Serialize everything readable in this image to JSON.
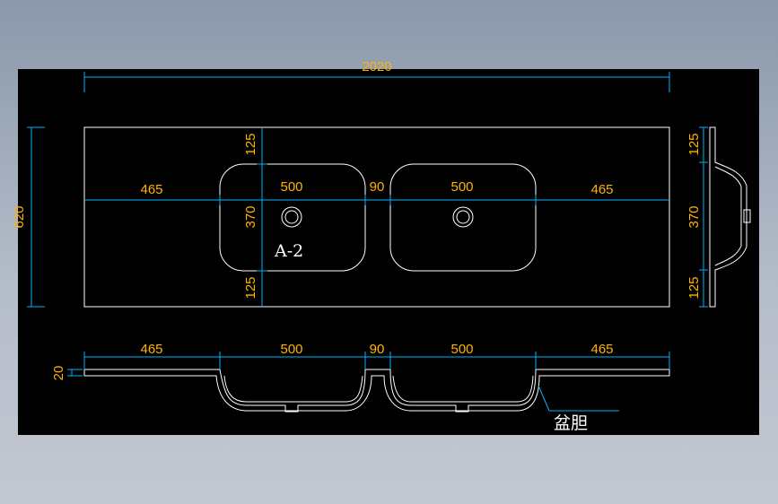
{
  "colors": {
    "canvas": "#000000",
    "outline": "#ffffff",
    "dimension_line": "#00b4ff",
    "dimension_text": "#ffb400",
    "background_top": "#8a98aa",
    "background_bottom": "#c3c8d1"
  },
  "dimensions": {
    "overall_width": "2020",
    "overall_depth": "620",
    "top_margin": "125",
    "bowl_depth": "370",
    "bottom_margin": "125",
    "left_side": "465",
    "bowl_width_left": "500",
    "gap": "90",
    "bowl_width_right": "500",
    "right_side": "465",
    "section_thickness": "20",
    "side_top": "125",
    "side_mid": "370",
    "side_bottom": "125",
    "front_left_side": "465",
    "front_bowl_left": "500",
    "front_gap": "90",
    "front_bowl_right": "500",
    "front_right_side": "465"
  },
  "labels": {
    "view_tag": "A-2",
    "basin_callout": "盆胆"
  }
}
